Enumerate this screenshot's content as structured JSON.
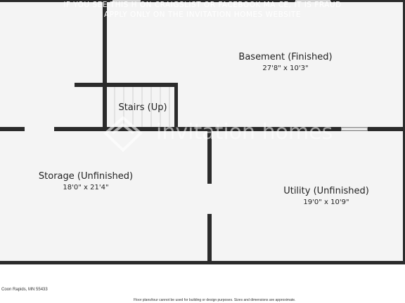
{
  "watermark": {
    "line1": "IF YOU SEE THIS H    ON CRAIGSLIST OR FACEBOOK MA     CE, IT IS FRAUD",
    "line2": "APPLY ONLY ON THE INVITATION HOMES WEBSITE",
    "brand": "invitation homes"
  },
  "rooms": {
    "basement": {
      "name": "Basement (Finished)",
      "dims": "27'8\" x 10'3\""
    },
    "stairs": {
      "name": "Stairs (Up)"
    },
    "storage": {
      "name": "Storage (Unfinished)",
      "dims": "18'0\" x 21'4\""
    },
    "utility": {
      "name": "Utility (Unfinished)",
      "dims": "19'0\" x 10'9\""
    }
  },
  "footer": {
    "address": "Coon Rapids, MN 55433",
    "disclaimer": "Floor plans/tour cannot be used for building or design purposes. Sizes and dimensions are approximate."
  },
  "colors": {
    "wall": "#2b2b2b",
    "floor": "#f4f4f4",
    "watermark": "#ffffff"
  }
}
